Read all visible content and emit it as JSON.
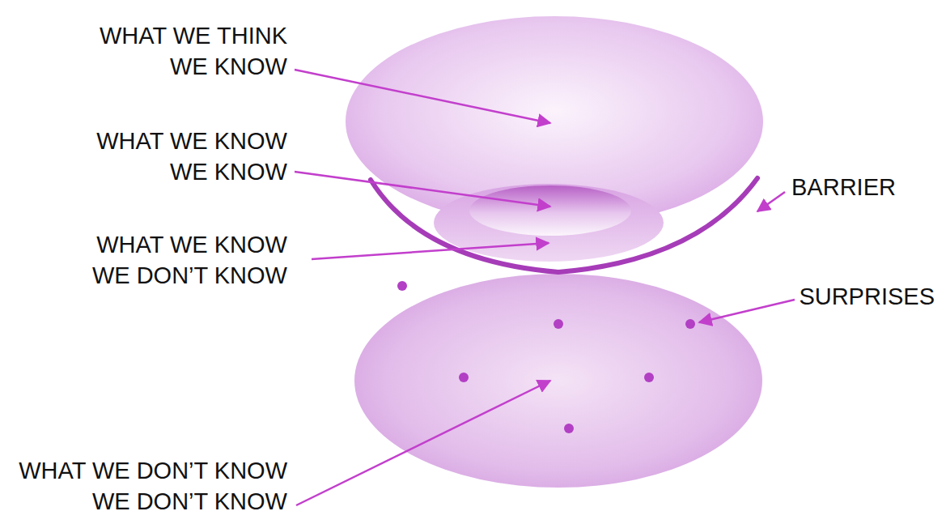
{
  "diagram": {
    "labels": [
      "WHAT WE THINK WE KNOW",
      "WHAT WE KNOW WE KNOW",
      "BARRIER",
      "WHAT WE KNOW WE DON’T KNOW",
      "SURPRISES",
      "WHAT WE DON’T KNOW WE DON’T KNOW"
    ]
  }
}
